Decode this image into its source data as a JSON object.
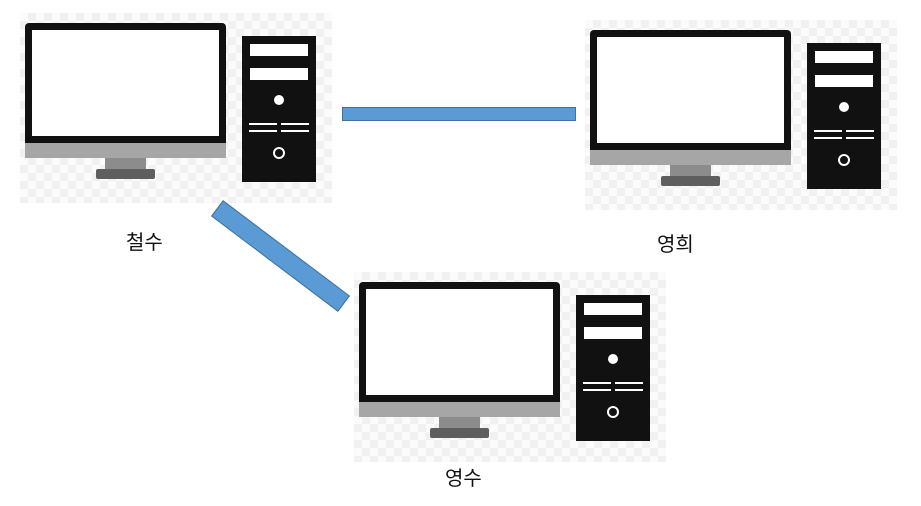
{
  "nodes": [
    {
      "id": "node-1",
      "label": "철수",
      "icon": "desktop-computer-icon"
    },
    {
      "id": "node-2",
      "label": "영희",
      "icon": "desktop-computer-icon"
    },
    {
      "id": "node-3",
      "label": "영수",
      "icon": "desktop-computer-icon"
    }
  ],
  "edges": [
    {
      "from": "철수",
      "to": "영희"
    },
    {
      "from": "철수",
      "to": "영수"
    }
  ],
  "colors": {
    "link_fill": "#5b9bd5",
    "link_border": "#41719c",
    "device_body": "#111111",
    "monitor_chin": "#a6a6a6"
  }
}
